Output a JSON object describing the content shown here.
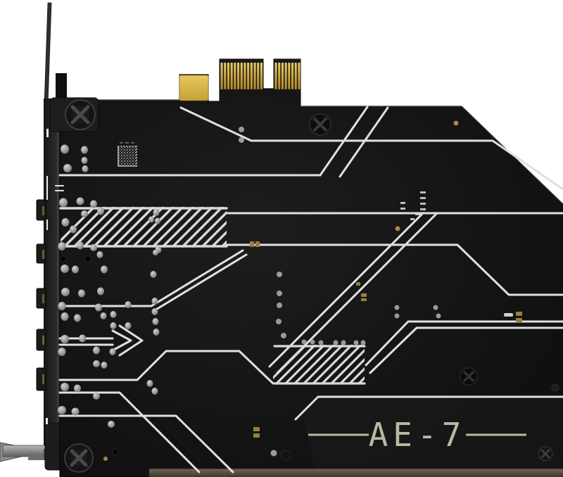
{
  "photo": {
    "subject": "sound-card-pcb-rear-view",
    "board_marking": "AE-7"
  },
  "colors": {
    "background": "#ffffff",
    "pcb": "#131313",
    "silkscreen": "#e0e0e0",
    "gold_contacts": "#d2ab3f",
    "bracket_metal": "#232323",
    "bracket_foot": "#8f8f8f",
    "solder_joint": "#a8a8a8",
    "board_bottom_edge": "#554c3e",
    "marking_text": "#b5bba2"
  },
  "icons": {
    "screw": "phillips-screw",
    "datamatrix": "datamatrix-code",
    "pcie": "pcie-x1-edge-connector"
  }
}
